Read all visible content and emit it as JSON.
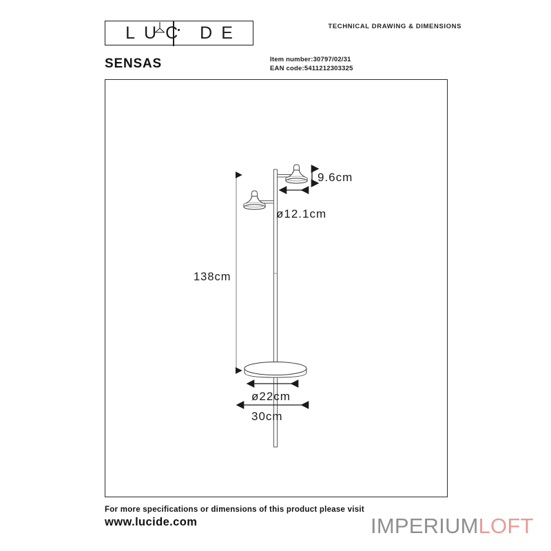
{
  "header": {
    "brand_logo_text": "LUCIDE",
    "brand_letters": [
      "L",
      "U",
      "C",
      "D",
      "E"
    ],
    "logo_icon": "hanging-lamp-icon",
    "document_type": "TECHNICAL DRAWING & DIMENSIONS",
    "product_name": "SENSAS",
    "item_number_label": "Item number:",
    "item_number_value": "30797/02/31",
    "ean_label": "EAN code:",
    "ean_value": "5411212303325"
  },
  "drawing": {
    "title": "floor lamp technical drawing",
    "dimensions": {
      "total_height": "138cm",
      "shade_height": "9.6cm",
      "shade_diameter": "ø12.1cm",
      "base_diameter": "ø22cm",
      "overall_width": "30cm"
    },
    "parts": [
      {
        "name": "upper-lamp-shade",
        "faces": "right"
      },
      {
        "name": "lower-lamp-shade",
        "faces": "left"
      },
      {
        "name": "vertical-pole"
      },
      {
        "name": "round-base"
      }
    ]
  },
  "footer": {
    "note": "For more specifications or dimensions of this product please visit",
    "url": "www.lucide.com",
    "watermark_part1": "IMPERIUM",
    "watermark_part2": "LOFT",
    "watermark_color1": "#8f8f8f",
    "watermark_color2": "#e79b95"
  }
}
